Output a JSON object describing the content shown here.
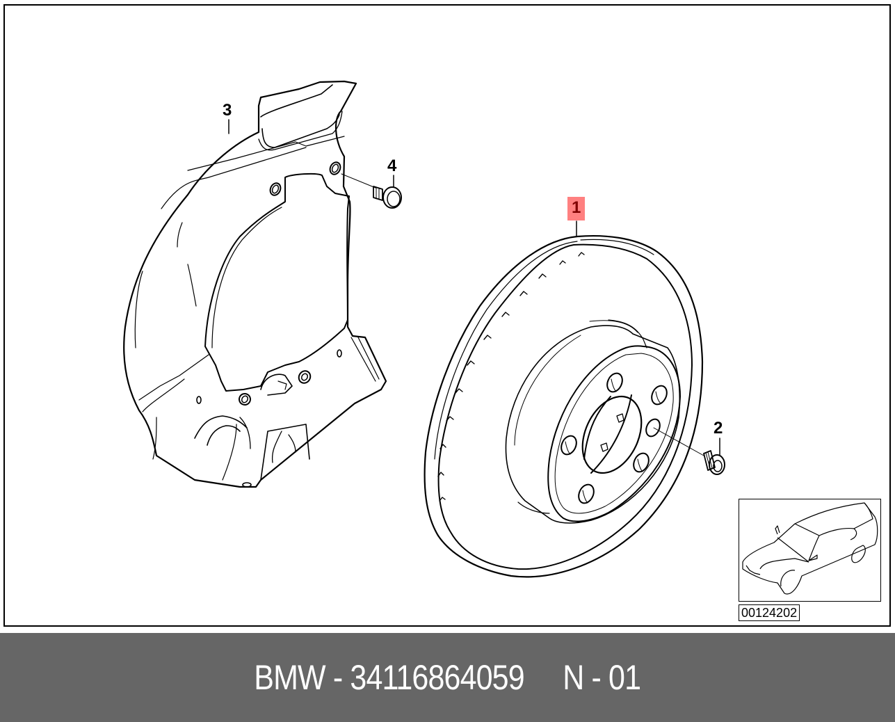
{
  "diagram": {
    "callouts": [
      {
        "id": "1",
        "label": "1",
        "part": "brake-disc",
        "highlighted": true
      },
      {
        "id": "2",
        "label": "2",
        "part": "disc-screw"
      },
      {
        "id": "3",
        "label": "3",
        "part": "protection-plate"
      },
      {
        "id": "4",
        "label": "4",
        "part": "hex-bolt"
      }
    ],
    "thumbnail": {
      "subject": "car-outline-sedan",
      "reference_code": "00124202"
    },
    "colors": {
      "highlight_bg": "#ff8080",
      "highlight_text": "#800000",
      "footer_bg": "#666666",
      "footer_text": "#ffffff"
    }
  },
  "footer": {
    "brand": "BMW",
    "part_number": "34116864059",
    "position": "N - 01",
    "text": "BMW - 34116864059     N - 01"
  }
}
